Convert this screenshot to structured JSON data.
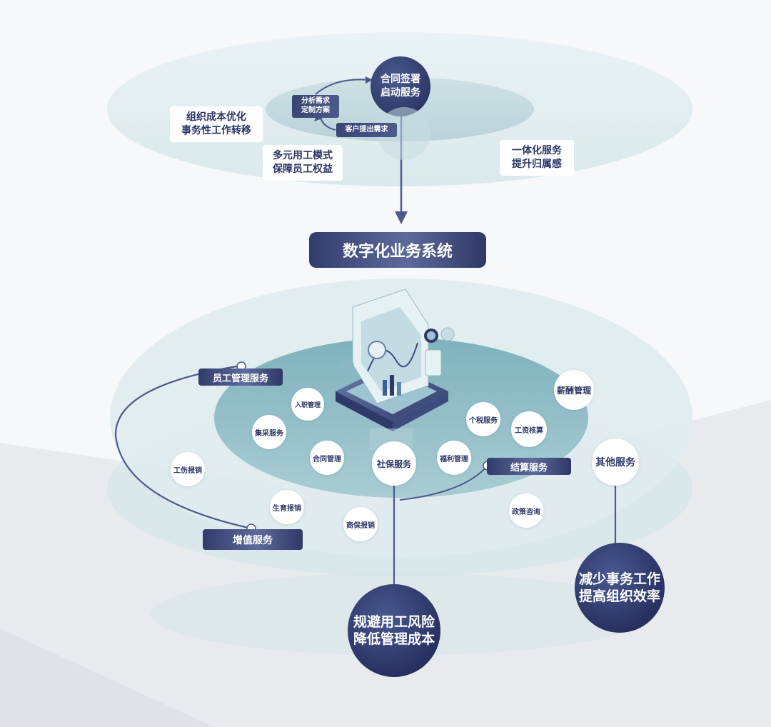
{
  "top": {
    "center_circle": [
      "合同签署",
      "启动服务"
    ],
    "analyze_tag": [
      "分析需求",
      "定制方案"
    ],
    "client_tag": "客户提出需求",
    "left_tag": [
      "组织成本优化",
      "事务性工作转移"
    ],
    "mid_tag": [
      "多元用工模式",
      "保障员工权益"
    ],
    "right_tag": [
      "一体化服务",
      "提升归属感"
    ]
  },
  "system_title": "数字化业务系统",
  "bottom": {
    "labels": {
      "employee": "员工管理服务",
      "value_added": "增值服务",
      "settlement": "结算服务"
    },
    "circles": {
      "onboarding": "入职管理",
      "procurement": "集采服务",
      "contract": "合同管理",
      "social": "社保服务",
      "welfare": "福利管理",
      "tax": "个税服务",
      "payroll_check": "工资核算",
      "salary": "薪酬管理",
      "other": "其他服务",
      "injury": "工伤报销",
      "maternity": "生育报销",
      "commercial": "商保报销",
      "policy": "政策咨询"
    },
    "outcome_left": [
      "规避用工风险",
      "降低管理成本"
    ],
    "outcome_right": [
      "减少事务工作",
      "提高组织效率"
    ]
  },
  "colors": {
    "navy": "#2f3a6b",
    "ring": "#d3e6e9",
    "inner": "#8fbdc6"
  }
}
